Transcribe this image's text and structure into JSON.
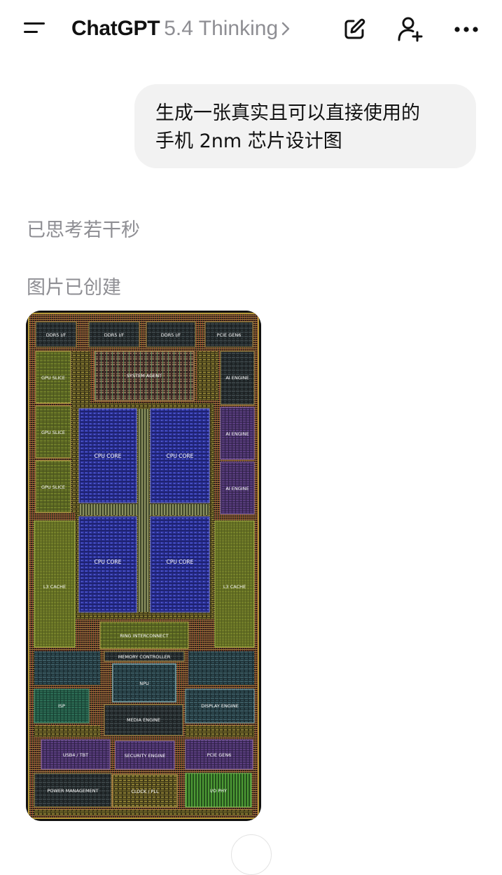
{
  "header": {
    "app_name": "ChatGPT",
    "model": "5.4 Thinking",
    "icons": [
      "menu-icon",
      "chevron-right-icon",
      "edit-icon",
      "add-user-icon",
      "more-icon"
    ]
  },
  "conversation": {
    "user_message_line1": "生成一张真实且可以直接使用的",
    "user_message_line2": "手机 2nm 芯片设计图",
    "thinking_status": "已思考若干秒",
    "image_status": "图片已创建"
  },
  "chip_image": {
    "blocks": {
      "ddr5_1": "DDR5 I/F",
      "ddr5_2": "DDR5 I/F",
      "ddr5_3": "DDR5 I/F",
      "pcie_top": "PCIE GEN6",
      "gpu1": "GPU SLICE",
      "gpu2": "GPU SLICE",
      "gpu3": "GPU SLICE",
      "system_agent": "SYSTEM AGENT",
      "ai1": "AI ENGINE",
      "ai2": "AI ENGINE",
      "ai3": "AI ENGINE",
      "cpu1": "CPU CORE",
      "cpu2": "CPU CORE",
      "cpu3": "CPU CORE",
      "cpu4": "CPU CORE",
      "l3_left": "L3 CACHE",
      "l3_right": "L3 CACHE",
      "ring": "RING INTERCONNECT",
      "memory_controller": "MEMORY CONTROLLER",
      "npu": "NPU",
      "isp": "ISP",
      "display_engine": "DISPLAY ENGINE",
      "media_engine": "MEDIA ENGINE",
      "usb4": "USB4 / TBT",
      "security_engine": "SECURITY ENGINE",
      "pcie_bottom": "PCIE GEN6",
      "power_mgmt": "POWER MANAGEMENT",
      "clock_pll": "CLOCK / PLL",
      "io_phy": "I/O PHY"
    }
  },
  "colors": {
    "model_gray": "#8e8e93",
    "bubble_bg": "#f2f2f2",
    "cpu_blue": "#2b2f8f",
    "gpu_olive": "#5f6a24",
    "ai_purple": "#4a3168",
    "l3_olive": "#6a7424",
    "isp_green": "#1f5c47",
    "io_green": "#3c7a2a"
  }
}
